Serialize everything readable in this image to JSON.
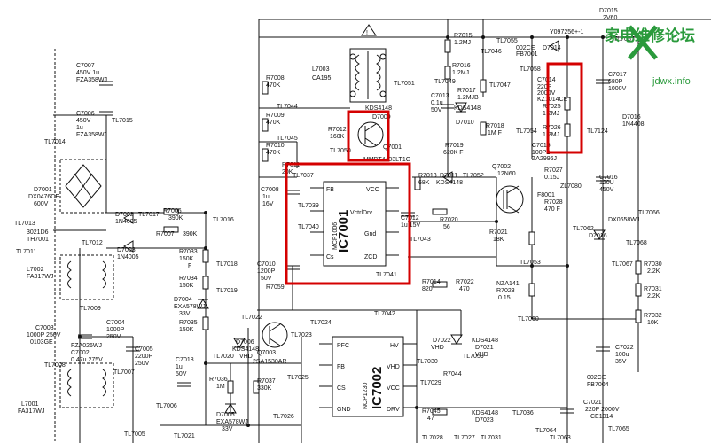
{
  "watermark": {
    "title": "家电维修论坛",
    "url": "jdwx.info",
    "logo_icon": "wrench-screwdriver-icon"
  },
  "colors": {
    "highlight": "#d40000",
    "watermark": "#2a9a3c",
    "ink": "#111111"
  },
  "ics": {
    "ic7001": {
      "name": "IC7001",
      "part": "MCP1006",
      "pins_left": [
        "FB",
        "TL7039",
        "TL7040",
        "Cs"
      ],
      "pins_right": [
        "VCC",
        "VctrlDrv",
        "Gnd",
        "ZCD"
      ]
    },
    "ic7002": {
      "name": "IC7002",
      "part": "NCP1230",
      "pins_left": [
        "PFC",
        "FB",
        "CS",
        "GND"
      ],
      "pins_right": [
        "HV",
        "VHD",
        "VCC",
        "DRV"
      ]
    }
  },
  "transistors": {
    "q7001": {
      "ref": "Q7001",
      "part": "MMBT4403LT1G"
    },
    "q7002": {
      "ref": "Q7002",
      "part": "12N60"
    },
    "q7003": {
      "ref": "Q7003",
      "part": "2SA1530AR"
    }
  },
  "labels": [
    "D7015",
    "2V60",
    "TL7057",
    "Y097256+-1",
    "TL7055",
    "002CE",
    "FB7001",
    "D7014",
    "R7015",
    "1.2MJ",
    "TL7046",
    "R7016",
    "1.2MJ",
    "R7017",
    "1.2MJB",
    "TL7047",
    "TL7058",
    "TL7049",
    "C7013",
    "0.1u",
    "50V",
    "KDS4148",
    "D7010",
    "R7018",
    "1M F",
    "R7019",
    "620K F",
    "TL7054",
    "C7014",
    "220P",
    "2000V",
    "KZ1014CE",
    "R7025",
    "1.2MJ",
    "R7026",
    "1.2MJ",
    "C7015",
    "100P2",
    "ZA2996J",
    "TL7124",
    "C7017",
    "680P",
    "1000V",
    "D7016",
    "1N4408",
    "L7003",
    "CA195",
    "TL7051",
    "R7008",
    "470K",
    "R7009",
    "470K",
    "R7010",
    "470K",
    "TL7044",
    "TL7045",
    "TL7050",
    "D7009",
    "KDS4148",
    "R7012",
    "160K",
    "R7011",
    "20K",
    "C7008",
    "1u",
    "16V",
    "TL7037",
    "R7013",
    "68K",
    "D7011",
    "KDS4148",
    "TL7052",
    "R7027",
    "0.15J",
    "R7028",
    "470 F",
    "ZL7080",
    "F8001",
    "R7020",
    "56",
    "R7021",
    "18K",
    "TL7043",
    "C7012",
    "1u 15V",
    "C7016",
    "120U",
    "450V",
    "TL7066",
    "TL7062",
    "D7016",
    "TL7053",
    "TL7041",
    "R7014",
    "820",
    "R7022",
    "470",
    "NZA141",
    "R7023",
    "0.15",
    "TL7042",
    "TL7060",
    "C7007",
    "450V 1u",
    "FZA358WJ",
    "C7006",
    "450V",
    "1u",
    "FZA358WJ",
    "TL7015",
    "TL7014",
    "D7001",
    "DX0476CE",
    "600V",
    "TL7013",
    "3021D6",
    "TH7001",
    "TL7011",
    "D7002",
    "1N4005",
    "TL7017",
    "R7006",
    "390K",
    "R7007",
    "390K",
    "D7003",
    "1N4005",
    "TL7016",
    "TL7012",
    "R7033",
    "150K",
    "F",
    "TL7018",
    "R7034",
    "150K",
    "TL7019",
    "D7004",
    "EXA578WJ",
    "33V",
    "R7035",
    "150K",
    "L7002",
    "FA317WJ",
    "C7010",
    "1200P",
    "50V",
    "R7059",
    "TL7009",
    "C7003",
    "1000P 250V",
    "0103GE",
    "C7004",
    "1000P",
    "250V",
    "FZA026WJ",
    "C7002",
    "0.47u 275V",
    "C7005",
    "2200P",
    "250V",
    "TL7008",
    "TL7007",
    "L7001",
    "FA317WJ",
    "TL7006",
    "TL7005",
    "TL7022",
    "TL7023",
    "D7006",
    "KDS4148",
    "VHD",
    "TL7020",
    "C7018",
    "1u",
    "50V",
    "R7036",
    "1M",
    "R7037",
    "330K",
    "TL7025",
    "D7005",
    "EXA578WJ",
    "33V",
    "TL7021",
    "TL7026",
    "TL7024",
    "D7022",
    "VHD",
    "TL7030",
    "TL7059",
    "KDS4148",
    "D7021",
    "VHD",
    "R7044",
    "TL7029",
    "R7045",
    "47",
    "KDS4148",
    "D7023",
    "TL7036",
    "TL7028",
    "TL7027",
    "TL7031",
    "TL7064",
    "TL7063",
    "TL7065",
    "C7021",
    "220P 2000V",
    "CE1014",
    "R7030",
    "2.2K",
    "R7031",
    "2.2K",
    "R7032",
    "10K",
    "C7022",
    "100u",
    "35V",
    "002CE",
    "FB7004",
    "TL7067",
    "DX0658WJ",
    "TL7068"
  ]
}
